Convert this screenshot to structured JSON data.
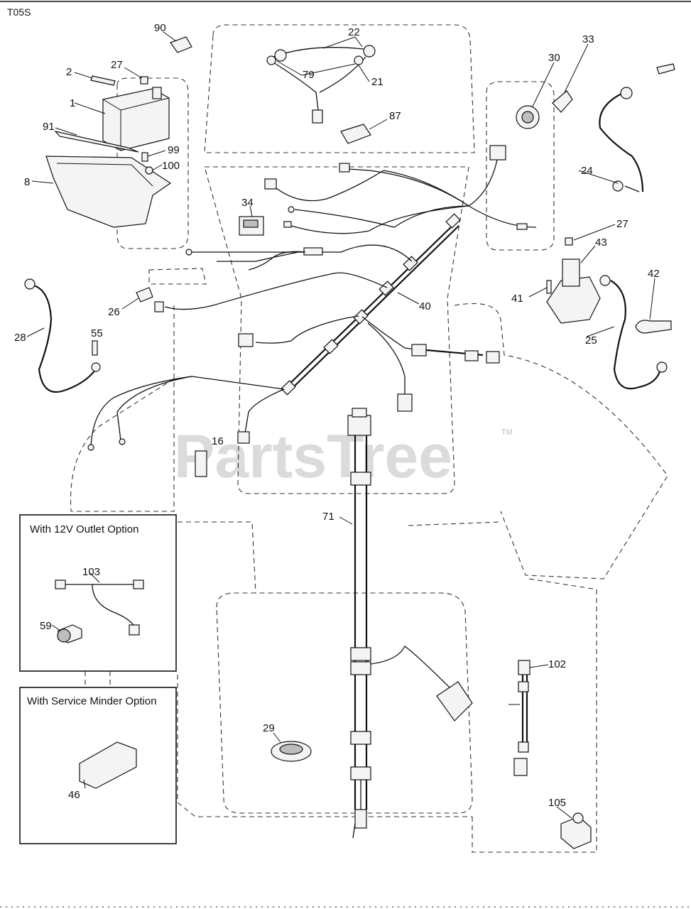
{
  "diagram": {
    "code": "T05S",
    "watermark": "PartsTree",
    "trademark": "TM",
    "inset_12v": {
      "title": "With 12V Outlet Option",
      "parts": [
        "103",
        "59"
      ]
    },
    "inset_service": {
      "title": "With Service Minder Option",
      "parts": [
        "46"
      ]
    },
    "callouts": {
      "p90": "90",
      "p22": "22",
      "p79": "79",
      "p21": "21",
      "p87": "87",
      "p30": "30",
      "p33": "33",
      "p2": "2",
      "p27a": "27",
      "p1": "1",
      "p91": "91",
      "p99": "99",
      "p100": "100",
      "p8": "8",
      "p24": "24",
      "p34": "34",
      "p27b": "27",
      "p43": "43",
      "p42": "42",
      "p41": "41",
      "p25": "25",
      "p40": "40",
      "p26": "26",
      "p28": "28",
      "p55": "55",
      "p16": "16",
      "p71": "71",
      "p103": "103",
      "p59": "59",
      "p102": "102",
      "p29": "29",
      "p46": "46",
      "p105": "105"
    }
  }
}
